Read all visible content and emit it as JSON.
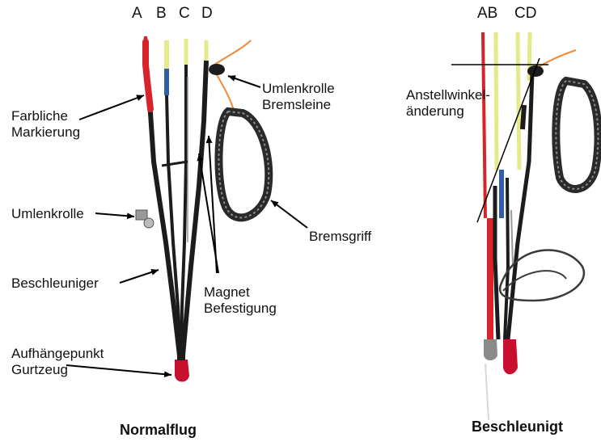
{
  "risers": {
    "left": [
      "A",
      "B",
      "C",
      "D"
    ],
    "right": [
      "AB",
      "CD"
    ]
  },
  "labels": {
    "farbliche_markierung": "Farbliche\nMarkierung",
    "umlenkrolle_bremsleine": "Umlenkrolle\nBremsleine",
    "umlenkrolle": "Umlenkrolle",
    "bremsgriff": "Bremsgriff",
    "beschleuniger": "Beschleuniger",
    "magnet_befestigung": "Magnet\nBefestigung",
    "aufhaengepunkt": "Aufhängepunkt\nGurtzeug",
    "anstellwinkel": "Anstellwinkel-\nänderung"
  },
  "captions": {
    "left": "Normalflug",
    "right": "Beschleunigt"
  },
  "colors": {
    "a_riser": "#d8232a",
    "b_riser": "#2f5fa8",
    "yellow_line": "#e4e98a",
    "dark_riser": "#1c1c1c",
    "orange_line": "#f08a3a",
    "connector": "#c8102e",
    "handle": "#2a2a2a"
  }
}
